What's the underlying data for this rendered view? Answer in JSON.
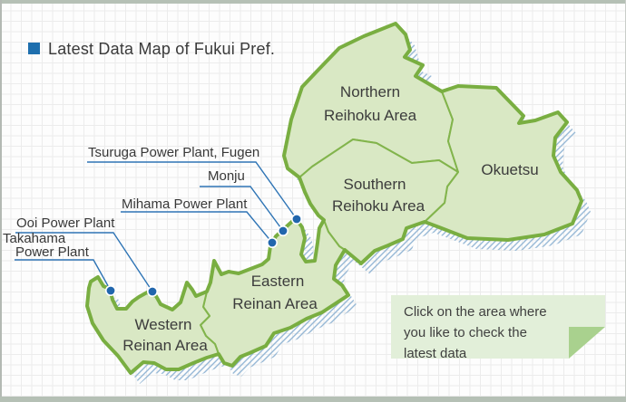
{
  "header": {
    "title": "Latest Data Map of Fukui Pref."
  },
  "map": {
    "areas": [
      {
        "id": "northern-reihoku",
        "line1": "Northern",
        "line2": "Reihoku Area"
      },
      {
        "id": "southern-reihoku",
        "line1": "Southern",
        "line2": "Reihoku Area"
      },
      {
        "id": "okuetsu",
        "line1": "Okuetsu"
      },
      {
        "id": "eastern-reinan",
        "line1": "Eastern",
        "line2": "Reinan Area"
      },
      {
        "id": "western-reinan",
        "line1": "Western",
        "line2": "Reinan Area"
      }
    ],
    "plants": [
      {
        "id": "tsuruga",
        "label": "Tsuruga Power Plant, Fugen"
      },
      {
        "id": "monju",
        "label": "Monju"
      },
      {
        "id": "mihama",
        "label": "Mihama Power Plant"
      },
      {
        "id": "ooi",
        "label": "Ooi Power Plant"
      },
      {
        "id": "takahama",
        "label_line1": "Takahama",
        "label_line2": "Power Plant"
      }
    ]
  },
  "note": {
    "line1": "Click on the area where",
    "line2": "you like to check the",
    "line3": "latest data"
  },
  "colors": {
    "accent_blue": "#2e74b5",
    "title_bullet": "#1e6fae",
    "land_fill": "#d9e8c4",
    "land_border": "#79ae41",
    "shadow_hatch": "#8fb3d3",
    "note_bg": "#e2efd9",
    "note_fold": "#a9d18e",
    "frame_bar": "#b5c0b5"
  }
}
